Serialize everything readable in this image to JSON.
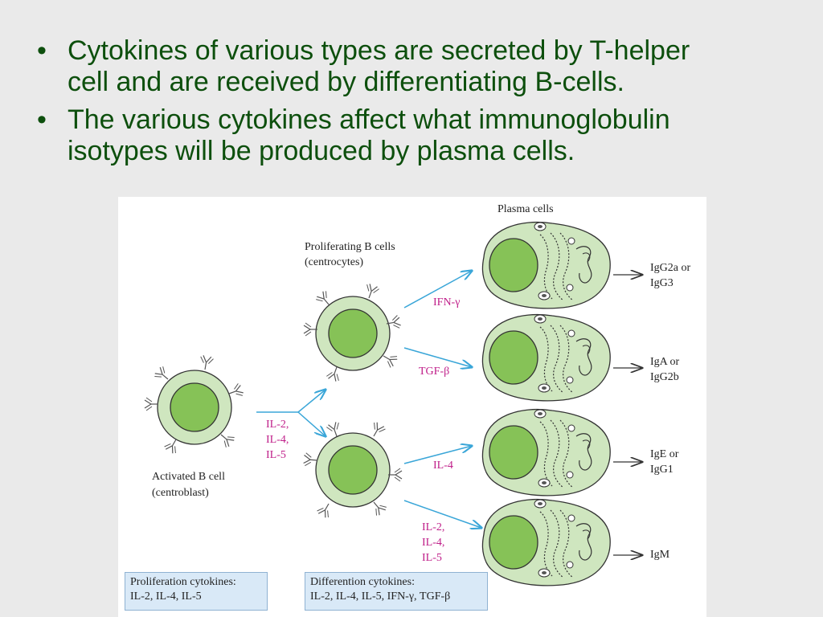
{
  "bullets": [
    {
      "marker": "•",
      "line1": "Cytokines of various types are secreted by T-helper",
      "line2": "cell  and are received by differentiating B-cells."
    },
    {
      "marker": "•",
      "line1": "The various cytokines affect what immunoglobulin",
      "line2": "isotypes will be produced by plasma cells."
    }
  ],
  "diagram": {
    "plasma_title": "Plasma cells",
    "prolif_title1": "Proliferating B cells",
    "prolif_title2": "(centrocytes)",
    "activated_title1": "Activated B cell",
    "activated_title2": "(centroblast)",
    "cytokine_branch": [
      "IL-2,",
      "IL-4,",
      "IL-5"
    ],
    "cytokine_ifn": "IFN-γ",
    "cytokine_tgf": "TGF-β",
    "cytokine_il4": "IL-4",
    "cytokine_bottom": [
      "IL-2,",
      "IL-4,",
      "IL-5"
    ],
    "outputs": [
      {
        "line1": "IgG2a or",
        "line2": "IgG3"
      },
      {
        "line1": "IgA or",
        "line2": "IgG2b"
      },
      {
        "line1": "IgE or",
        "line2": "IgG1"
      },
      {
        "line1": "IgM",
        "line2": ""
      }
    ],
    "legend_prolif_title": "Proliferation cytokines:",
    "legend_prolif_values": "IL-2, IL-4, IL-5",
    "legend_diff_title": "Differention cytokines:",
    "legend_diff_values": "IL-2, IL-4, IL-5, IFN-γ, TGF-β",
    "colors": {
      "text_green": "#0d4f0d",
      "cell_fill": "#cfe6bf",
      "nucleus": "#86c257",
      "arrow": "#3aa6d8",
      "cytokine_text": "#c0208a",
      "legend_bg": "#d9e9f7"
    }
  }
}
